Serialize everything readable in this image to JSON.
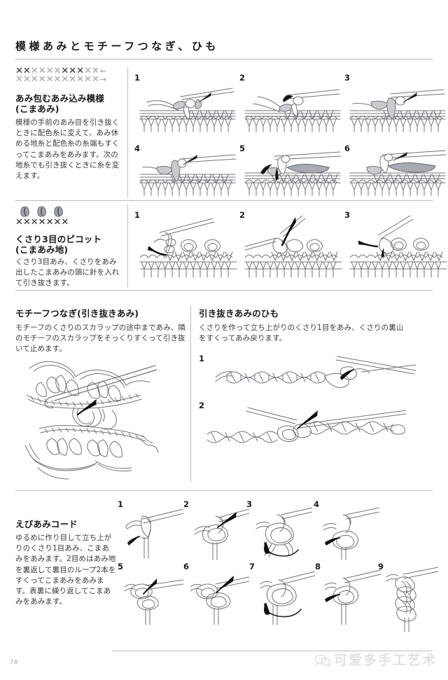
{
  "page": {
    "title": "模様あみとモチーフつなぎ、ひも",
    "number": "78",
    "watermark": "可爱多手工艺术",
    "watermark_icon": "wechat-icon"
  },
  "sections": [
    {
      "id": "amikurumu",
      "chart": {
        "row_top": {
          "symbols": "✕✕✕✕✕✕✕✕✕✕✕✕",
          "direction_arrow": "←"
        },
        "row_bottom": {
          "symbols": "✕✕✕✕✕✕✕✕✕✕✕✕",
          "direction_arrow": "→"
        },
        "bold_groups": "2 bold, 4 light, 3 bold, 2 light"
      },
      "title": "あみ包むあみ込み模様",
      "subtitle": "(こまあみ)",
      "body": "模様の手前のあみ目を引き抜くときに配色糸に変えて、あみ休める地糸と配色糸の糸端もすくってこまあみをあみます。次の地糸でも引き抜くときに糸を変えます。",
      "steps": [
        "1",
        "2",
        "3",
        "4",
        "5",
        "6"
      ]
    },
    {
      "id": "kusari3-picot",
      "chart": {
        "picot_symbols": [
          "picot-symbol",
          "picot-symbol",
          "picot-symbol"
        ],
        "row_bottom": {
          "symbols": "✕✕✕✕✕✕✕"
        }
      },
      "title": "くさり3目のピコット",
      "subtitle": "(こまあみ地)",
      "body": "くさり3目あみ、くさりをあみ出したこまあみの頭に針を入れて引き抜きます。",
      "steps": [
        "1",
        "2",
        "3"
      ]
    },
    {
      "id": "motif-tsunagi",
      "title": "モチーフつなぎ(引き抜きあみ)",
      "body": "モチーフのくさりのスカラップの途中まであみ、隣のモチーフのスカラップをそっくりすくって引き抜いて止めます。",
      "steps": []
    },
    {
      "id": "hikinuki-himo",
      "title": "引き抜きあみのひも",
      "body": "くさりを作って立ち上がりのくさり1目をあみ、くさりの裏山をすくってあみ戻ります。",
      "steps": [
        "1",
        "2"
      ]
    },
    {
      "id": "ebiami-cord",
      "title": "えびあみコード",
      "body": "ゆるめに作り目して立ち上がりのくさり1目あみ、こまあみをあみます。2目めはあみ地を裏返して裏目のループ2本をすくってこまあみをあみます。表裏に繰り返してこまあみをあみます。",
      "steps": [
        "1",
        "2",
        "3",
        "4",
        "5",
        "6",
        "7",
        "8",
        "9"
      ]
    }
  ],
  "colors": {
    "ink": "#231f20",
    "rule": "#b9bcc0",
    "line_art": "#6f737a",
    "shade": "#c9cbcf",
    "watermark": "#dfe1e4"
  }
}
